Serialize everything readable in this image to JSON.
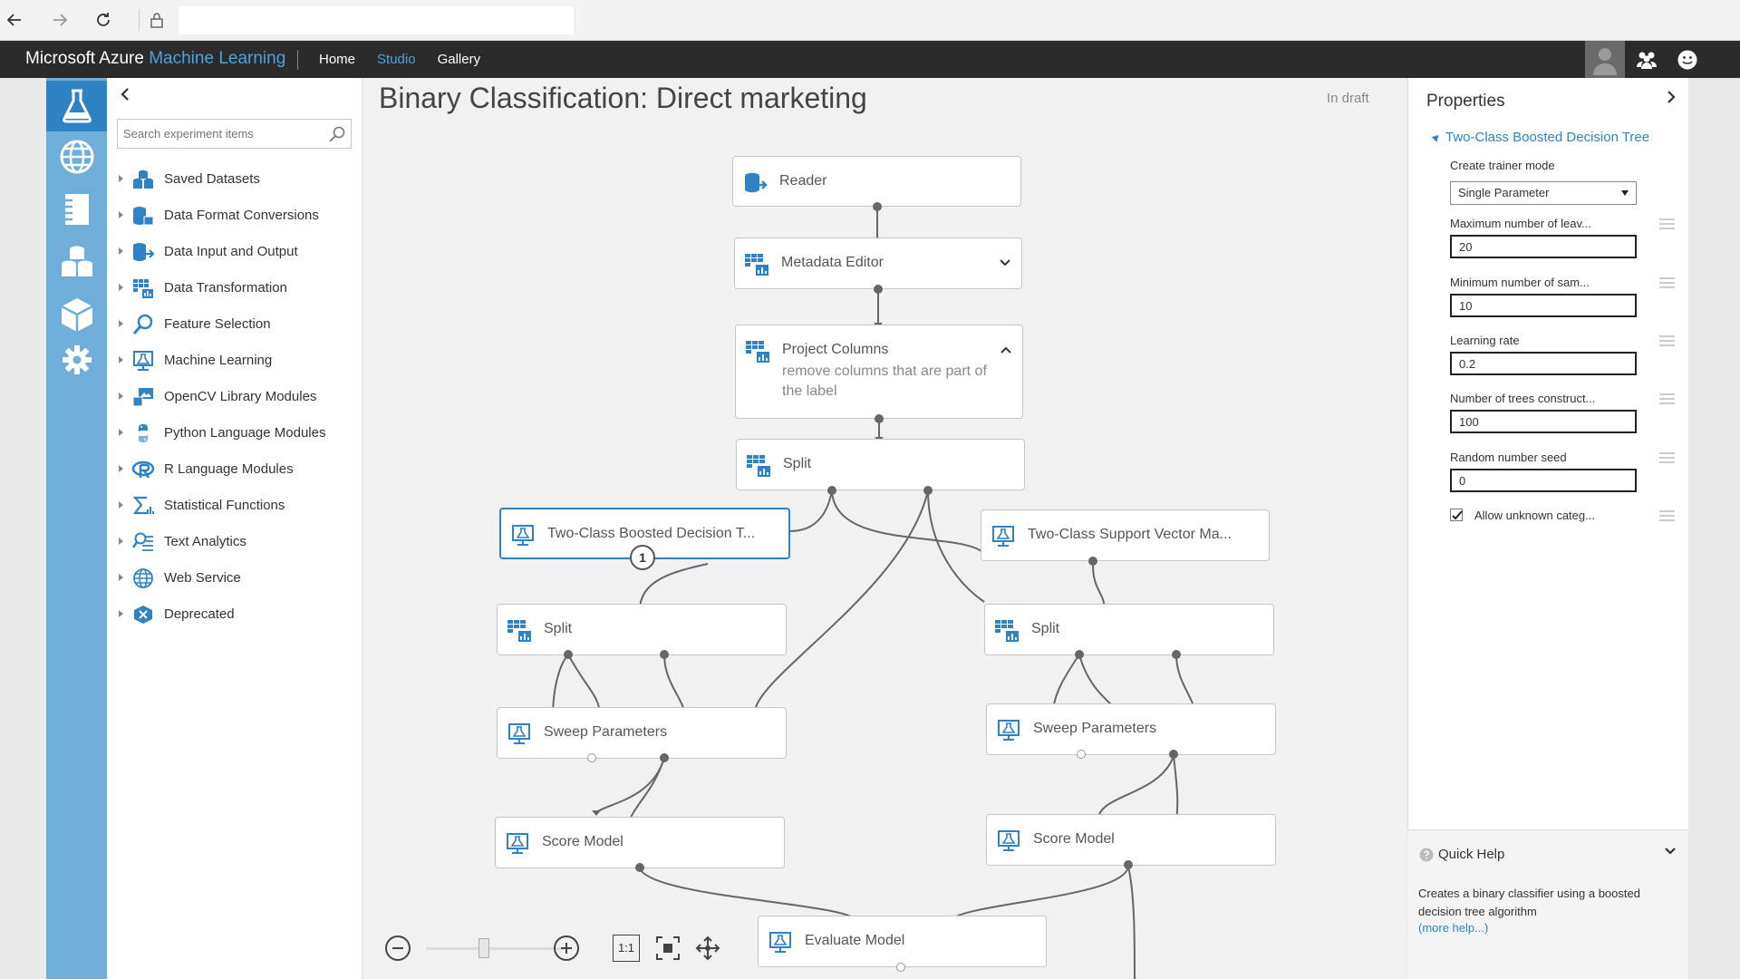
{
  "browser": {
    "address_value": ""
  },
  "header": {
    "brand_prefix": "Microsoft Azure",
    "brand_product": "Machine Learning",
    "nav": [
      "Home",
      "Studio",
      "Gallery"
    ],
    "active_nav": "Studio"
  },
  "rail": {
    "items": [
      "experiments-icon",
      "web-services-icon",
      "notebooks-icon",
      "datasets-icon",
      "trained-models-icon",
      "settings-icon"
    ],
    "active": "experiments-icon"
  },
  "palette": {
    "search_placeholder": "Search experiment items",
    "categories": [
      {
        "label": "Saved Datasets",
        "icon": "datasets-icon"
      },
      {
        "label": "Data Format Conversions",
        "icon": "data-format-icon"
      },
      {
        "label": "Data Input and Output",
        "icon": "data-io-icon"
      },
      {
        "label": "Data Transformation",
        "icon": "data-transform-icon"
      },
      {
        "label": "Feature Selection",
        "icon": "feature-selection-icon"
      },
      {
        "label": "Machine Learning",
        "icon": "machine-learning-icon"
      },
      {
        "label": "OpenCV Library Modules",
        "icon": "opencv-icon"
      },
      {
        "label": "Python Language Modules",
        "icon": "python-icon"
      },
      {
        "label": "R Language Modules",
        "icon": "r-language-icon"
      },
      {
        "label": "Statistical Functions",
        "icon": "sigma-icon"
      },
      {
        "label": "Text Analytics",
        "icon": "text-analytics-icon"
      },
      {
        "label": "Web Service",
        "icon": "globe-icon"
      },
      {
        "label": "Deprecated",
        "icon": "deprecated-icon"
      }
    ]
  },
  "canvas": {
    "title": "Binary Classification: Direct marketing",
    "status": "In draft",
    "modules": {
      "reader": {
        "label": "Reader"
      },
      "metadata_editor": {
        "label": "Metadata Editor"
      },
      "project_columns": {
        "label": "Project Columns",
        "comment": "remove columns that are part of the label"
      },
      "split_main": {
        "label": "Split"
      },
      "boosted_tree": {
        "label": "Two-Class Boosted Decision T..."
      },
      "svm": {
        "label": "Two-Class Support Vector Ma..."
      },
      "split_left": {
        "label": "Split"
      },
      "split_right": {
        "label": "Split"
      },
      "sweep_left": {
        "label": "Sweep Parameters"
      },
      "sweep_right": {
        "label": "Sweep Parameters"
      },
      "score_left": {
        "label": "Score Model"
      },
      "score_right": {
        "label": "Score Model"
      },
      "evaluate": {
        "label": "Evaluate Model"
      }
    },
    "badge": "1",
    "zoom": {
      "fit_label": "1:1"
    }
  },
  "properties": {
    "title": "Properties",
    "module_name": "Two-Class Boosted Decision Tree",
    "trainer_mode_label": "Create trainer mode",
    "trainer_mode_value": "Single Parameter",
    "params": [
      {
        "label": "Maximum number of leav...",
        "value": "20"
      },
      {
        "label": "Minimum number of sam...",
        "value": "10"
      },
      {
        "label": "Learning rate",
        "value": "0.2"
      },
      {
        "label": "Number of trees construct...",
        "value": "100"
      },
      {
        "label": "Random number seed",
        "value": "0"
      }
    ],
    "checkbox_label": "Allow unknown categ...",
    "checkbox_checked": true
  },
  "quick_help": {
    "title": "Quick Help",
    "text": "Creates a binary classifier using a boosted decision tree algorithm",
    "link": "(more help...)"
  },
  "colors": {
    "accent": "#2e83c4",
    "rail": "#6eaed8",
    "header": "#2b2b2b"
  }
}
